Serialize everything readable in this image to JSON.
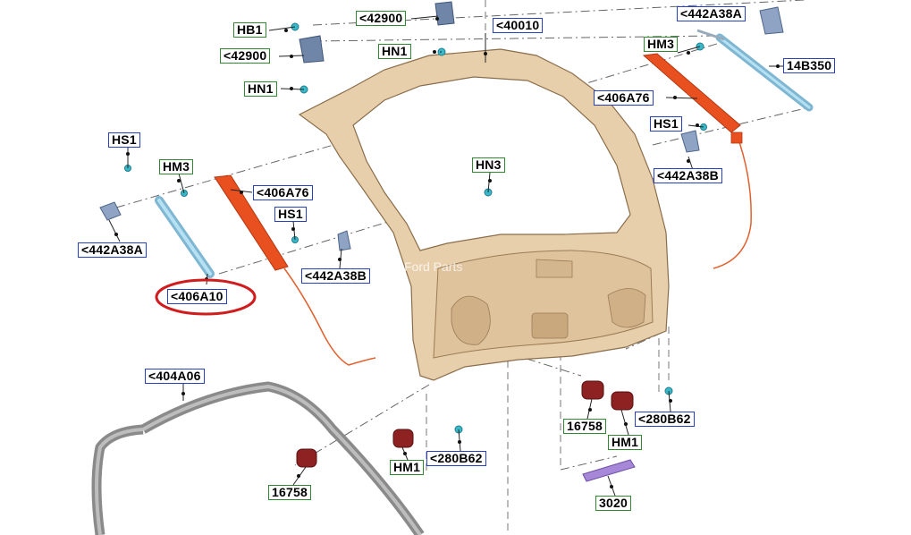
{
  "watermark": "Ford Parts",
  "colors": {
    "frame": "#e8cfac",
    "seal": "#8a8a8a",
    "gas_strut": "#8fcbe6",
    "trim_strip": "#e8501f",
    "bumper": "#8e2222",
    "clip": "#39b8c9",
    "latch": "#6f86a8",
    "molding": "#a788d8",
    "highlight_circle": "#d01c1c",
    "label_border_blue": "#2a3fbf",
    "label_border_green": "#2f8a2f"
  },
  "labels": {
    "hb1": "HB1",
    "latch_42900_top": "<42900",
    "latch_42900": "<42900",
    "hn1_top": "HN1",
    "hn1_left": "HN1",
    "liftgate_40010": "<40010",
    "strut_442a38a_right": "<442A38A",
    "strut_14b350": "14B350",
    "hm3_right": "HM3",
    "trim_406a76_right": "<406A76",
    "hs1_right": "HS1",
    "bracket_442a38b_right": "<442A38B",
    "hs1_left": "HS1",
    "hm3_left": "HM3",
    "trim_406a76_left": "<406A76",
    "hs1_mid": "HS1",
    "bracket_442a38a_left": "<442A38A",
    "bracket_442a38b_left": "<442A38B",
    "strut_406a10": "<406A10",
    "hn3": "HN3",
    "seal_404a06": "<404A06",
    "bumper_16758_right": "16758",
    "clip_280b62_right": "<280B62",
    "hm1_right": "HM1",
    "hm1_left": "HM1",
    "clip_280b62_left": "<280B62",
    "bumper_16758_left": "16758",
    "molding_3020": "3020"
  }
}
